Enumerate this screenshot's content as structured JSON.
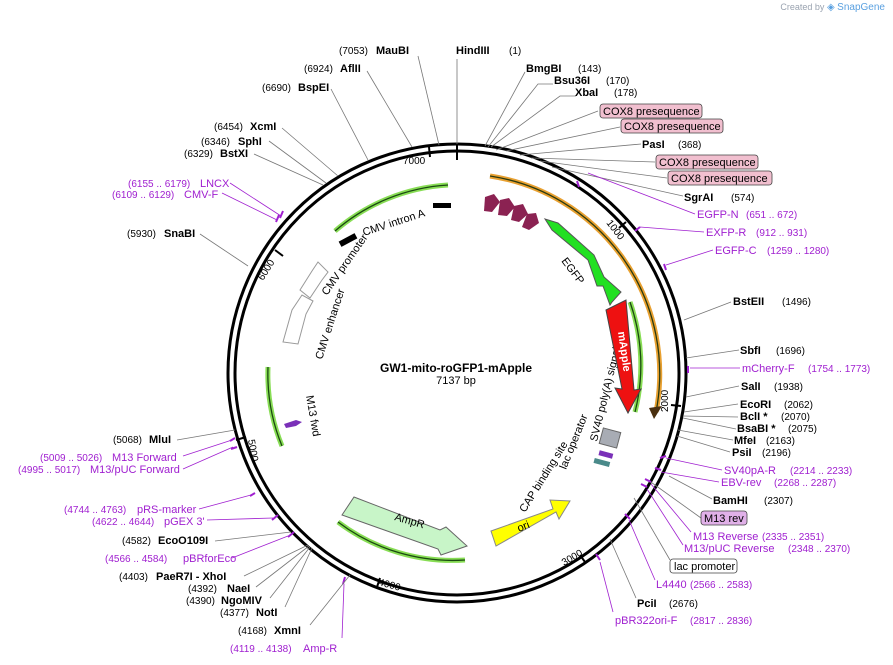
{
  "credit": {
    "prefix": "Created by",
    "brand": "SnapGene"
  },
  "plasmid": {
    "name": "GW1-mito-roGFP1-mApple",
    "size": "7137 bp",
    "length": 7137
  },
  "ticks": [
    {
      "label": "1000",
      "pos": 1000
    },
    {
      "label": "2000",
      "pos": 2000
    },
    {
      "label": "3000",
      "pos": 3000
    },
    {
      "label": "4000",
      "pos": 4000
    },
    {
      "label": "5000",
      "pos": 5000
    },
    {
      "label": "6000",
      "pos": 6000
    },
    {
      "label": "7000",
      "pos": 7000
    }
  ],
  "sites": [
    {
      "name": "HindIII",
      "pos": "(1)"
    },
    {
      "name": "BmgBI",
      "pos": "(143)"
    },
    {
      "name": "Bsu36I",
      "pos": "(170)"
    },
    {
      "name": "XbaI",
      "pos": "(178)"
    },
    {
      "name": "PasI",
      "pos": "(368)"
    },
    {
      "name": "SgrAI",
      "pos": "(574)"
    },
    {
      "name": "BstEII",
      "pos": "(1496)"
    },
    {
      "name": "SbfI",
      "pos": "(1696)"
    },
    {
      "name": "SalI",
      "pos": "(1938)"
    },
    {
      "name": "EcoRI",
      "pos": "(2062)"
    },
    {
      "name": "BclI *",
      "pos": "(2070)"
    },
    {
      "name": "BsaBI *",
      "pos": "(2075)"
    },
    {
      "name": "MfeI",
      "pos": "(2163)"
    },
    {
      "name": "PsiI",
      "pos": "(2196)"
    },
    {
      "name": "BamHI",
      "pos": "(2307)"
    },
    {
      "name": "PciI",
      "pos": "(2676)"
    },
    {
      "name": "XmnI",
      "pos": "(4168)"
    },
    {
      "name": "NotI",
      "pos": "(4377)"
    },
    {
      "name": "NgoMIV",
      "pos": "(4390)"
    },
    {
      "name": "NaeI",
      "pos": "(4392)"
    },
    {
      "name": "PaeR7I - XhoI",
      "pos": "(4403)"
    },
    {
      "name": "EcoO109I",
      "pos": "(4582)"
    },
    {
      "name": "MluI",
      "pos": "(5068)"
    },
    {
      "name": "SnaBI",
      "pos": "(5930)"
    },
    {
      "name": "BstXI",
      "pos": "(6329)"
    },
    {
      "name": "SphI",
      "pos": "(6346)"
    },
    {
      "name": "XcmI",
      "pos": "(6454)"
    },
    {
      "name": "BspEI",
      "pos": "(6690)"
    },
    {
      "name": "AflII",
      "pos": "(6924)"
    },
    {
      "name": "MauBI",
      "pos": "(7053)"
    }
  ],
  "primers": [
    {
      "name": "EGFP-N",
      "range": "(651 .. 672)"
    },
    {
      "name": "EXFP-R",
      "range": "(912 .. 931)"
    },
    {
      "name": "EGFP-C",
      "range": "(1259 .. 1280)"
    },
    {
      "name": "mCherry-F",
      "range": "(1754 .. 1773)"
    },
    {
      "name": "SV40pA-R",
      "range": "(2214 .. 2233)"
    },
    {
      "name": "EBV-rev",
      "range": "(2268 .. 2287)"
    },
    {
      "name": "M13 Reverse",
      "range": "(2335 .. 2351)"
    },
    {
      "name": "M13/pUC Reverse",
      "range": "(2348 .. 2370)"
    },
    {
      "name": "L4440",
      "range": "(2566 .. 2583)"
    },
    {
      "name": "pBR322ori-F",
      "range": "(2817 .. 2836)"
    },
    {
      "name": "Amp-R",
      "range": "(4119 .. 4138)"
    },
    {
      "name": "pBRforEco",
      "range": "(4566 .. 4584)"
    },
    {
      "name": "pGEX 3'",
      "range": "(4622 .. 4644)"
    },
    {
      "name": "pRS-marker",
      "range": "(4744 .. 4763)"
    },
    {
      "name": "M13/pUC Forward",
      "range": "(4995 .. 5017)"
    },
    {
      "name": "M13 Forward",
      "range": "(5009 .. 5026)"
    },
    {
      "name": "CMV-F",
      "range": "(6109 .. 6129)"
    },
    {
      "name": "LNCX",
      "range": "(6155 .. 6179)"
    }
  ],
  "boxed_features": {
    "cox8_1": "COX8 presequence",
    "cox8_2": "COX8 presequence",
    "cox8_3": "COX8 presequence",
    "cox8_4": "COX8 presequence",
    "m13rev": "M13 rev",
    "lacprom": "lac promoter"
  },
  "features": {
    "cmv_intron": "CMV intron A",
    "cmv_promoter": "CMV promoter",
    "cmv_enhancer": "CMV enhancer",
    "m13fwd": "M13 fwd",
    "ampr": "AmpR",
    "ori": "ori",
    "cap": "CAP binding site",
    "lac_operator": "lac operator",
    "sv40": "SV40 poly(A) signal",
    "egfp": "EGFP",
    "mapple": "mApple"
  },
  "colors": {
    "egfp": "#22e022",
    "mapple": "#ee1111",
    "ampr": "#c8f5c8",
    "ori": "#ffff00",
    "cox8": "#8b2252",
    "cox8_box": "#f1bfcf",
    "orf_orange": "#e8a030",
    "orf_green": "#44aa22",
    "primer": "#a020d0"
  }
}
